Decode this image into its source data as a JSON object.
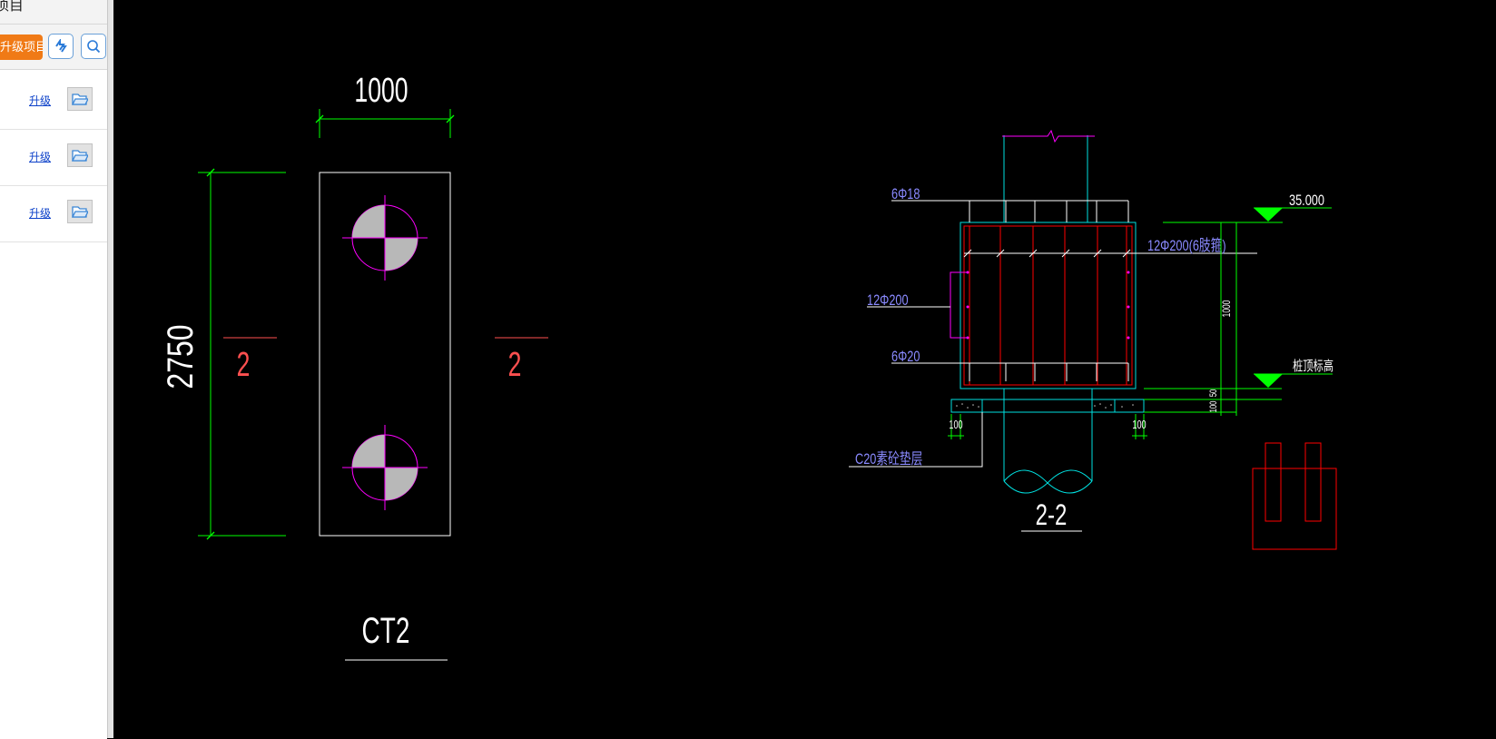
{
  "sidebar": {
    "title": "项目",
    "upgrade_project_label": "升级项目",
    "rows": [
      {
        "link": "升级"
      },
      {
        "link": "升级"
      },
      {
        "link": "升级"
      }
    ]
  },
  "drawing": {
    "plan": {
      "width_dim": "1000",
      "height_dim": "2750",
      "section_mark_left": "2",
      "section_mark_right": "2",
      "name": "CT2"
    },
    "section": {
      "top_rebar": "6Φ18",
      "stirrup": "12Φ200(6肢箍)",
      "side_rebar": "12Φ200",
      "bottom_rebar": "6Φ20",
      "top_elevation": "35.000",
      "bottom_elevation": "桩顶标高",
      "height_dim": "1000",
      "bottom_dim_a": "50",
      "bottom_dim_b": "100",
      "left_dim": "100",
      "right_dim": "100",
      "cushion": "C20素砼垫层",
      "name": "2-2"
    },
    "colors": {
      "dimension": "#00ff00",
      "outline": "#ffffff",
      "pile": "#ff00ff",
      "rebar": "#ff0000",
      "cyan": "#00e0e0",
      "annotation": "#8a8aff",
      "section_mark": "#ff5050"
    }
  }
}
